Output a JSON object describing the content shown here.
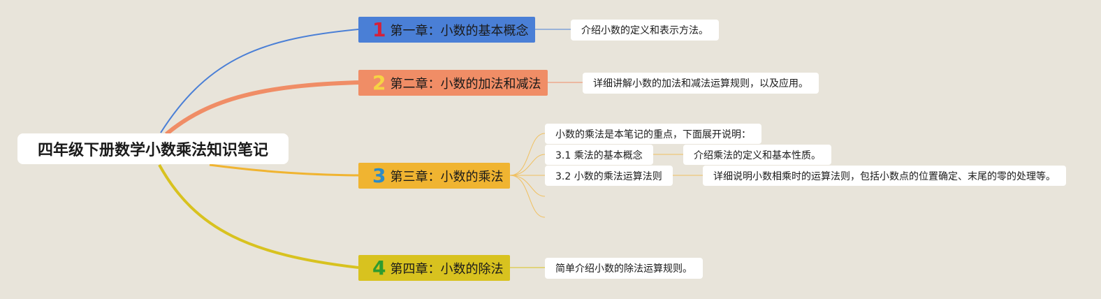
{
  "colors": {
    "background": "#e8e4da",
    "chapter1": "#4a7fd6",
    "chapter2": "#f08d66",
    "chapter3": "#f0b431",
    "chapter4": "#d8c21f",
    "num1": "#d4213a",
    "num2": "#f7d343",
    "num3": "#2e8bc6",
    "num4": "#2f9b2f",
    "branch3_line": "#f0c060"
  },
  "root": {
    "title": "四年级下册数学小数乘法知识笔记"
  },
  "chapters": [
    {
      "number": "1",
      "title": "第一章：小数的基本概念",
      "notes": [
        "介绍小数的定义和表示方法。"
      ]
    },
    {
      "number": "2",
      "title": "第二章：小数的加法和减法",
      "notes": [
        "详细讲解小数的加法和减法运算规则，以及应用。"
      ]
    },
    {
      "number": "3",
      "title": "第三章：小数的乘法",
      "intro": "小数的乘法是本笔记的重点，下面展开说明：",
      "sections": [
        {
          "title": "3.1 乘法的基本概念",
          "detail": "介绍乘法的定义和基本性质。"
        },
        {
          "title": "3.2 小数的乘法运算法则",
          "detail": "详细说明小数相乘时的运算法则，包括小数点的位置确定、末尾的零的处理等。"
        }
      ]
    },
    {
      "number": "4",
      "title": "第四章：小数的除法",
      "notes": [
        "简单介绍小数的除法运算规则。"
      ]
    }
  ]
}
